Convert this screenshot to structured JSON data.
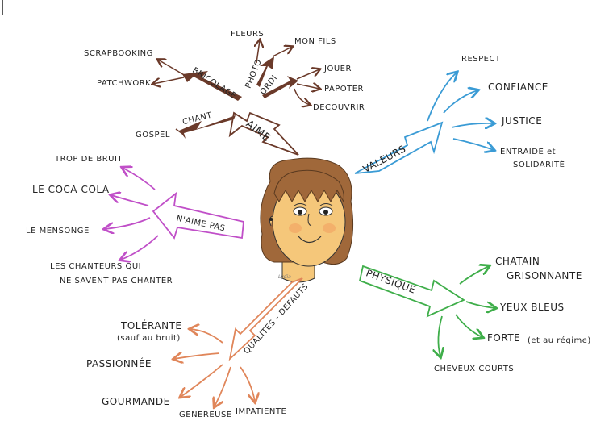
{
  "central": "",
  "branches": {
    "aime": {
      "title": "AIME",
      "sub": {
        "bricolage": {
          "title": "BRICOLAGE",
          "items": [
            "SCRAPBOOKING",
            "PATCHWORK"
          ]
        },
        "photo": {
          "title": "PHOTO",
          "items": [
            "FLEURS",
            "MON FILS"
          ]
        },
        "ordi": {
          "title": "ORDI",
          "items": [
            "JOUER",
            "PAPOTER",
            "DECOUVRIR"
          ]
        },
        "chant": {
          "title": "CHANT",
          "items": [
            "GOSPEL"
          ]
        }
      }
    },
    "valeurs": {
      "title": "VALEURS",
      "items": [
        "RESPECT",
        "CONFIANCE",
        "JUSTICE",
        "ENTRAIDE et",
        "SOLIDARITÉ"
      ]
    },
    "naime_pas": {
      "title": "N'AIME PAS",
      "items": [
        "TROP DE BRUIT",
        "LE COCA-COLA",
        "LE MENSONGE",
        "LES CHANTEURS QUI",
        "NE SAVENT PAS CHANTER"
      ]
    },
    "physique": {
      "title": "PHYSIQUE",
      "items": [
        "CHATAIN",
        "GRISONNANTE",
        "YEUX BLEUS",
        "FORTE",
        "(et au régime)",
        "CHEVEUX COURTS"
      ]
    },
    "qualites": {
      "title": "QUALITES - DEFAUTS",
      "items": [
        "TOLÉRANTE",
        "(sauf au bruit)",
        "PASSIONNÉE",
        "GOURMANDE",
        "GENEREUSE",
        "IMPATIENTE"
      ]
    }
  },
  "signature": "Lydia",
  "colors": {
    "aime": "#6b3a2a",
    "valeurs": "#3a9bd5",
    "naime_pas": "#c04fc8",
    "physique": "#3fae4a",
    "qualites": "#e0865a",
    "hair": "#a0683a",
    "skin": "#f5c77a"
  }
}
